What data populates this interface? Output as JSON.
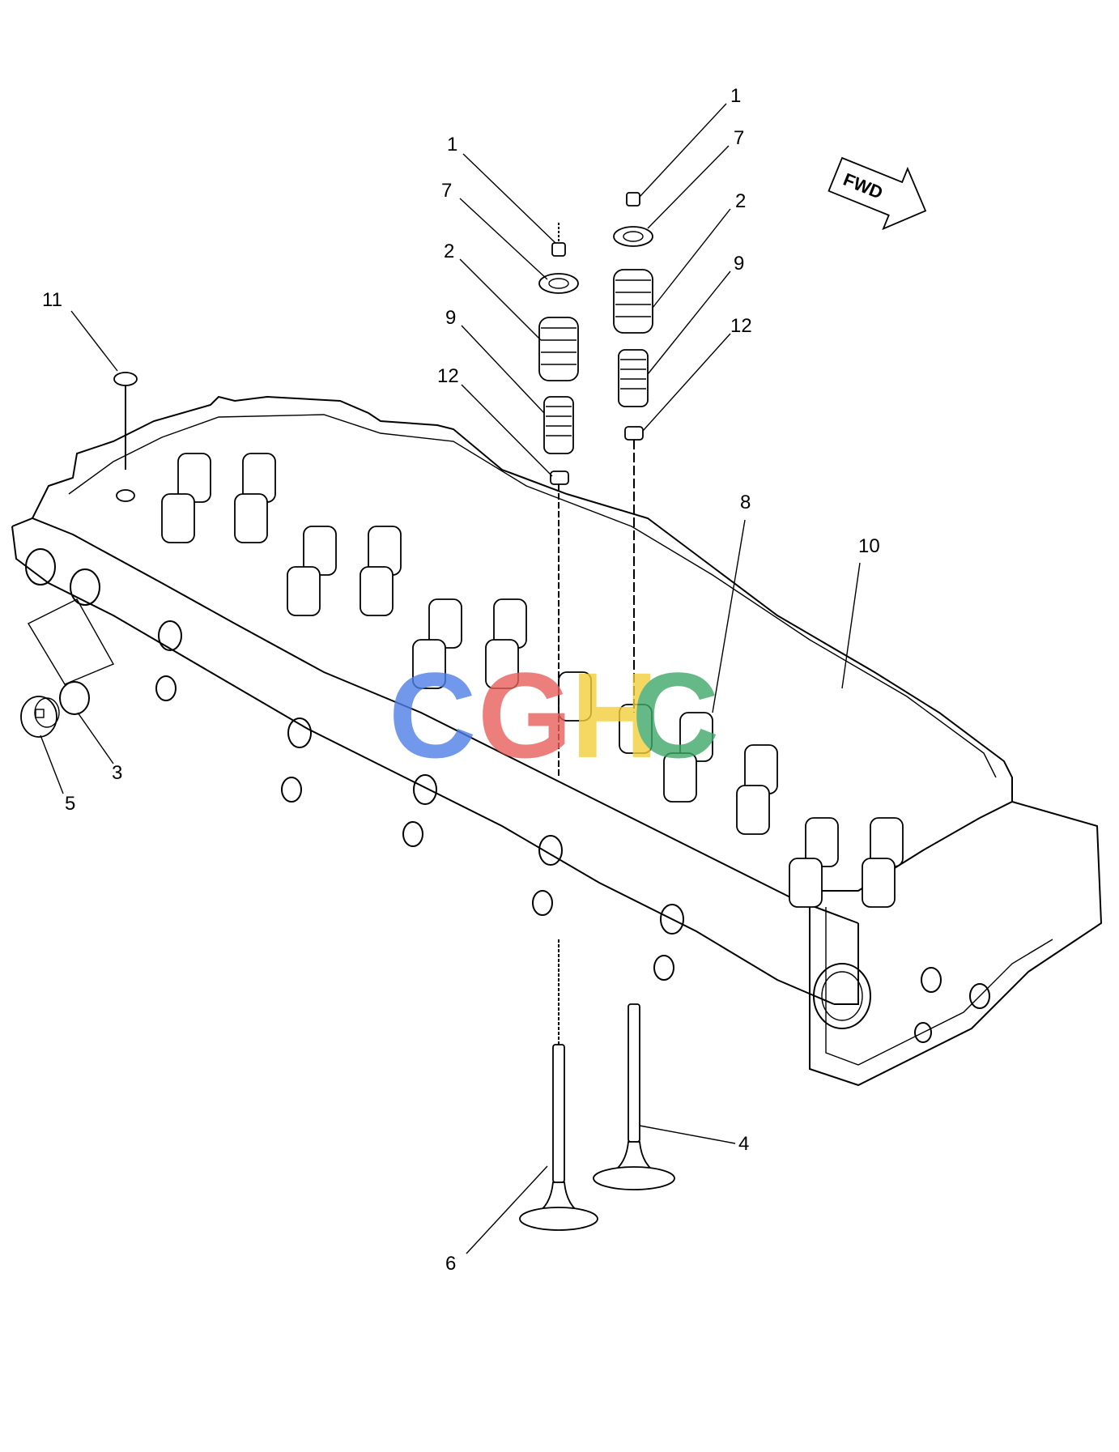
{
  "callouts": {
    "c1a": "1",
    "c7a": "7",
    "c2a": "2",
    "c9a": "9",
    "c12a": "12",
    "c1b": "1",
    "c7b": "7",
    "c2b": "2",
    "c9b": "9",
    "c12b": "12",
    "c11": "11",
    "c8": "8",
    "c10": "10",
    "c3": "3",
    "c5": "5",
    "c4": "4",
    "c6": "6"
  },
  "direction_arrow": {
    "label": "FWD"
  },
  "watermark": {
    "text": "CGHC",
    "colors": [
      "#4f7fe8",
      "#e8605c",
      "#f2cf3b",
      "#3fa86a"
    ]
  },
  "icons": {
    "part_drawing": "cylinder-head-exploded-diagram",
    "arrow": "fwd-arrow-icon"
  }
}
